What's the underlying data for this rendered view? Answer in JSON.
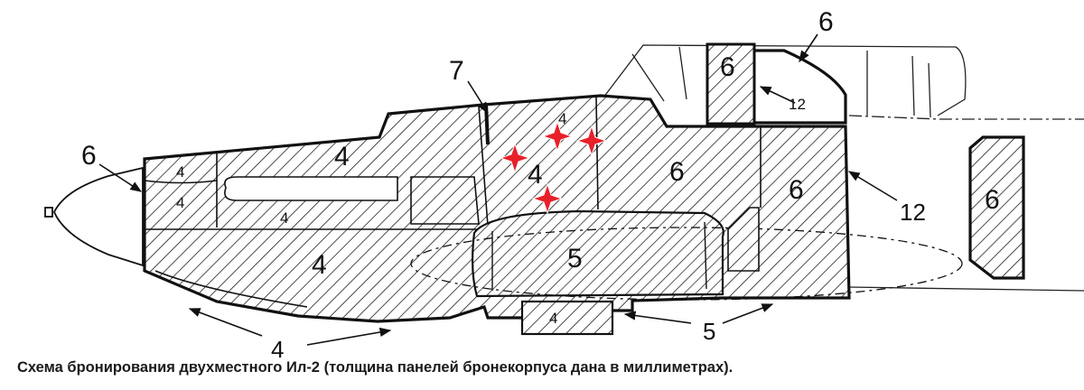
{
  "caption": "Схема бронирования двухместного Ил-2 (толщина панелей бронекорпуса дана в миллиметрах).",
  "labels": {
    "nose_arrow": "6",
    "upper_front_1": "4",
    "upper_front_2": "4",
    "upper_main": "4",
    "inner_4": "4",
    "center_4": "4",
    "top_small_4": "4",
    "lower_main": "4",
    "marker_7": "7",
    "cockpit_6": "6",
    "rear_panel_6": "6",
    "head_armor_6": "6",
    "top_6": "6",
    "head_12": "12",
    "side_12": "12",
    "fuel_5": "5",
    "bottom_4": "4",
    "bottom_5": "5",
    "separate_6": "6",
    "bottom_left_4": "4"
  },
  "colors": {
    "ink": "#111111",
    "hit": "#e8202a"
  }
}
